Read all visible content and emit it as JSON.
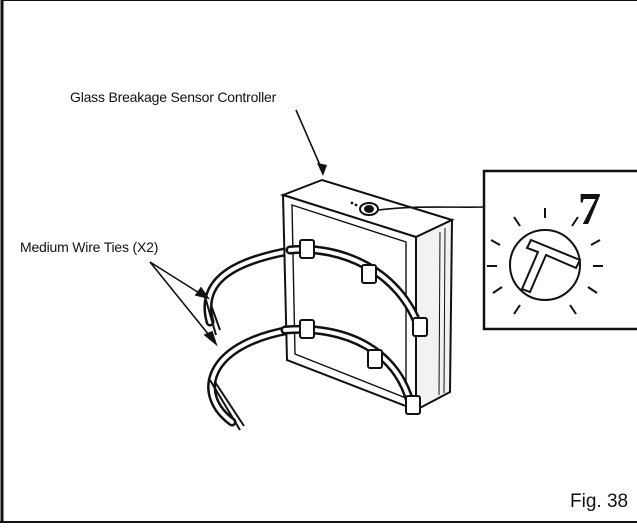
{
  "labels": {
    "controller": "Glass Breakage Sensor Controller",
    "wire_ties": "Medium Wire Ties (X2)",
    "figure": "Fig. 38",
    "dial_setting": "7"
  }
}
